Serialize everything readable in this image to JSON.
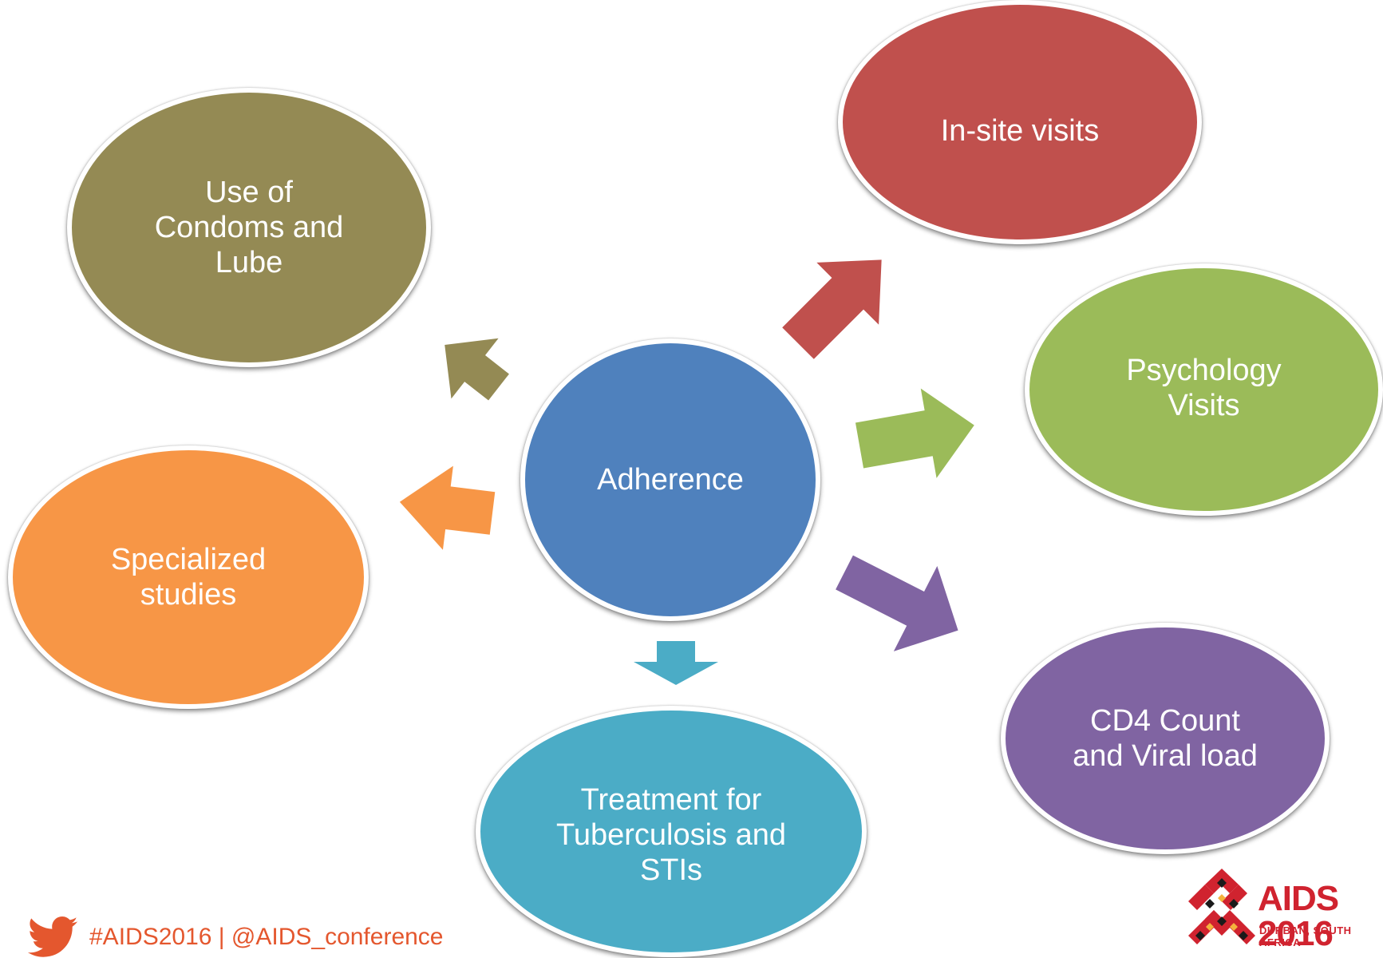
{
  "diagram": {
    "center": {
      "label": "Adherence",
      "color": "#4f81bd"
    },
    "nodes": [
      {
        "id": "condoms",
        "label": "Use of\nCondoms and\nLube",
        "color": "#948a54"
      },
      {
        "id": "insite",
        "label": "In-site visits",
        "color": "#c0504d"
      },
      {
        "id": "psychology",
        "label": "Psychology\nVisits",
        "color": "#9bbb59"
      },
      {
        "id": "specialized",
        "label": "Specialized\nstudies",
        "color": "#f79646"
      },
      {
        "id": "cd4",
        "label": "CD4 Count\nand Viral load",
        "color": "#8064a2"
      },
      {
        "id": "treatment",
        "label": "Treatment for\nTuberculosis and\nSTIs",
        "color": "#4bacc6"
      }
    ]
  },
  "footer": {
    "hashtag_text": "#AIDS2016 | @AIDS_conference",
    "twitter_color": "#e4572e"
  },
  "logo": {
    "title": "AIDS 2016",
    "subtitle": "DURBAN, SOUTH AFRICA",
    "color": "#d0232f"
  }
}
